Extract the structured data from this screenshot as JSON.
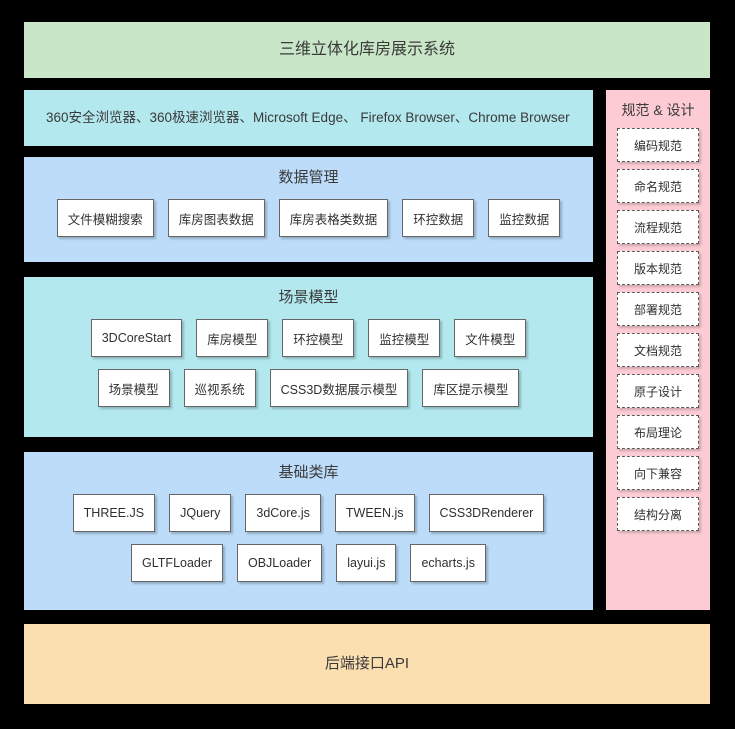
{
  "header": {
    "title": "三维立体化库房展示系统"
  },
  "browsers": {
    "title": "360安全浏览器、360极速浏览器、Microsoft Edge、 Firefox Browser、Chrome Browser"
  },
  "data_management": {
    "title": "数据管理",
    "items": [
      "文件模糊搜索",
      "库房图表数据",
      "库房表格类数据",
      "环控数据",
      "监控数据"
    ]
  },
  "scene_model": {
    "title": "场景模型",
    "row1": [
      "3DCoreStart",
      "库房模型",
      "环控模型",
      "监控模型",
      "文件模型"
    ],
    "row2": [
      "场景模型",
      "巡视系统",
      "CSS3D数据展示模型",
      "库区提示模型"
    ]
  },
  "base_library": {
    "title": "基础类库",
    "row1": [
      "THREE.JS",
      "JQuery",
      "3dCore.js",
      "TWEEN.js",
      "CSS3DRenderer"
    ],
    "row2": [
      "GLTFLoader",
      "OBJLoader",
      "layui.js",
      "echarts.js"
    ]
  },
  "backend_api": {
    "title": "后端接口API"
  },
  "spec_panel": {
    "title": "规范 & 设计",
    "items": [
      "编码规范",
      "命名规范",
      "流程规范",
      "版本规范",
      "部署规范",
      "文档规范",
      "原子设计",
      "布局理论",
      "向下兼容",
      "结构分离"
    ]
  },
  "colors": {
    "background": "#000000",
    "header_green": "#c9e7c8",
    "cyan": "#b3e8ef",
    "blue": "#bcdcfa",
    "pink": "#fccbd3",
    "orange": "#fcdfb0",
    "node_fill": "#ffffff"
  }
}
